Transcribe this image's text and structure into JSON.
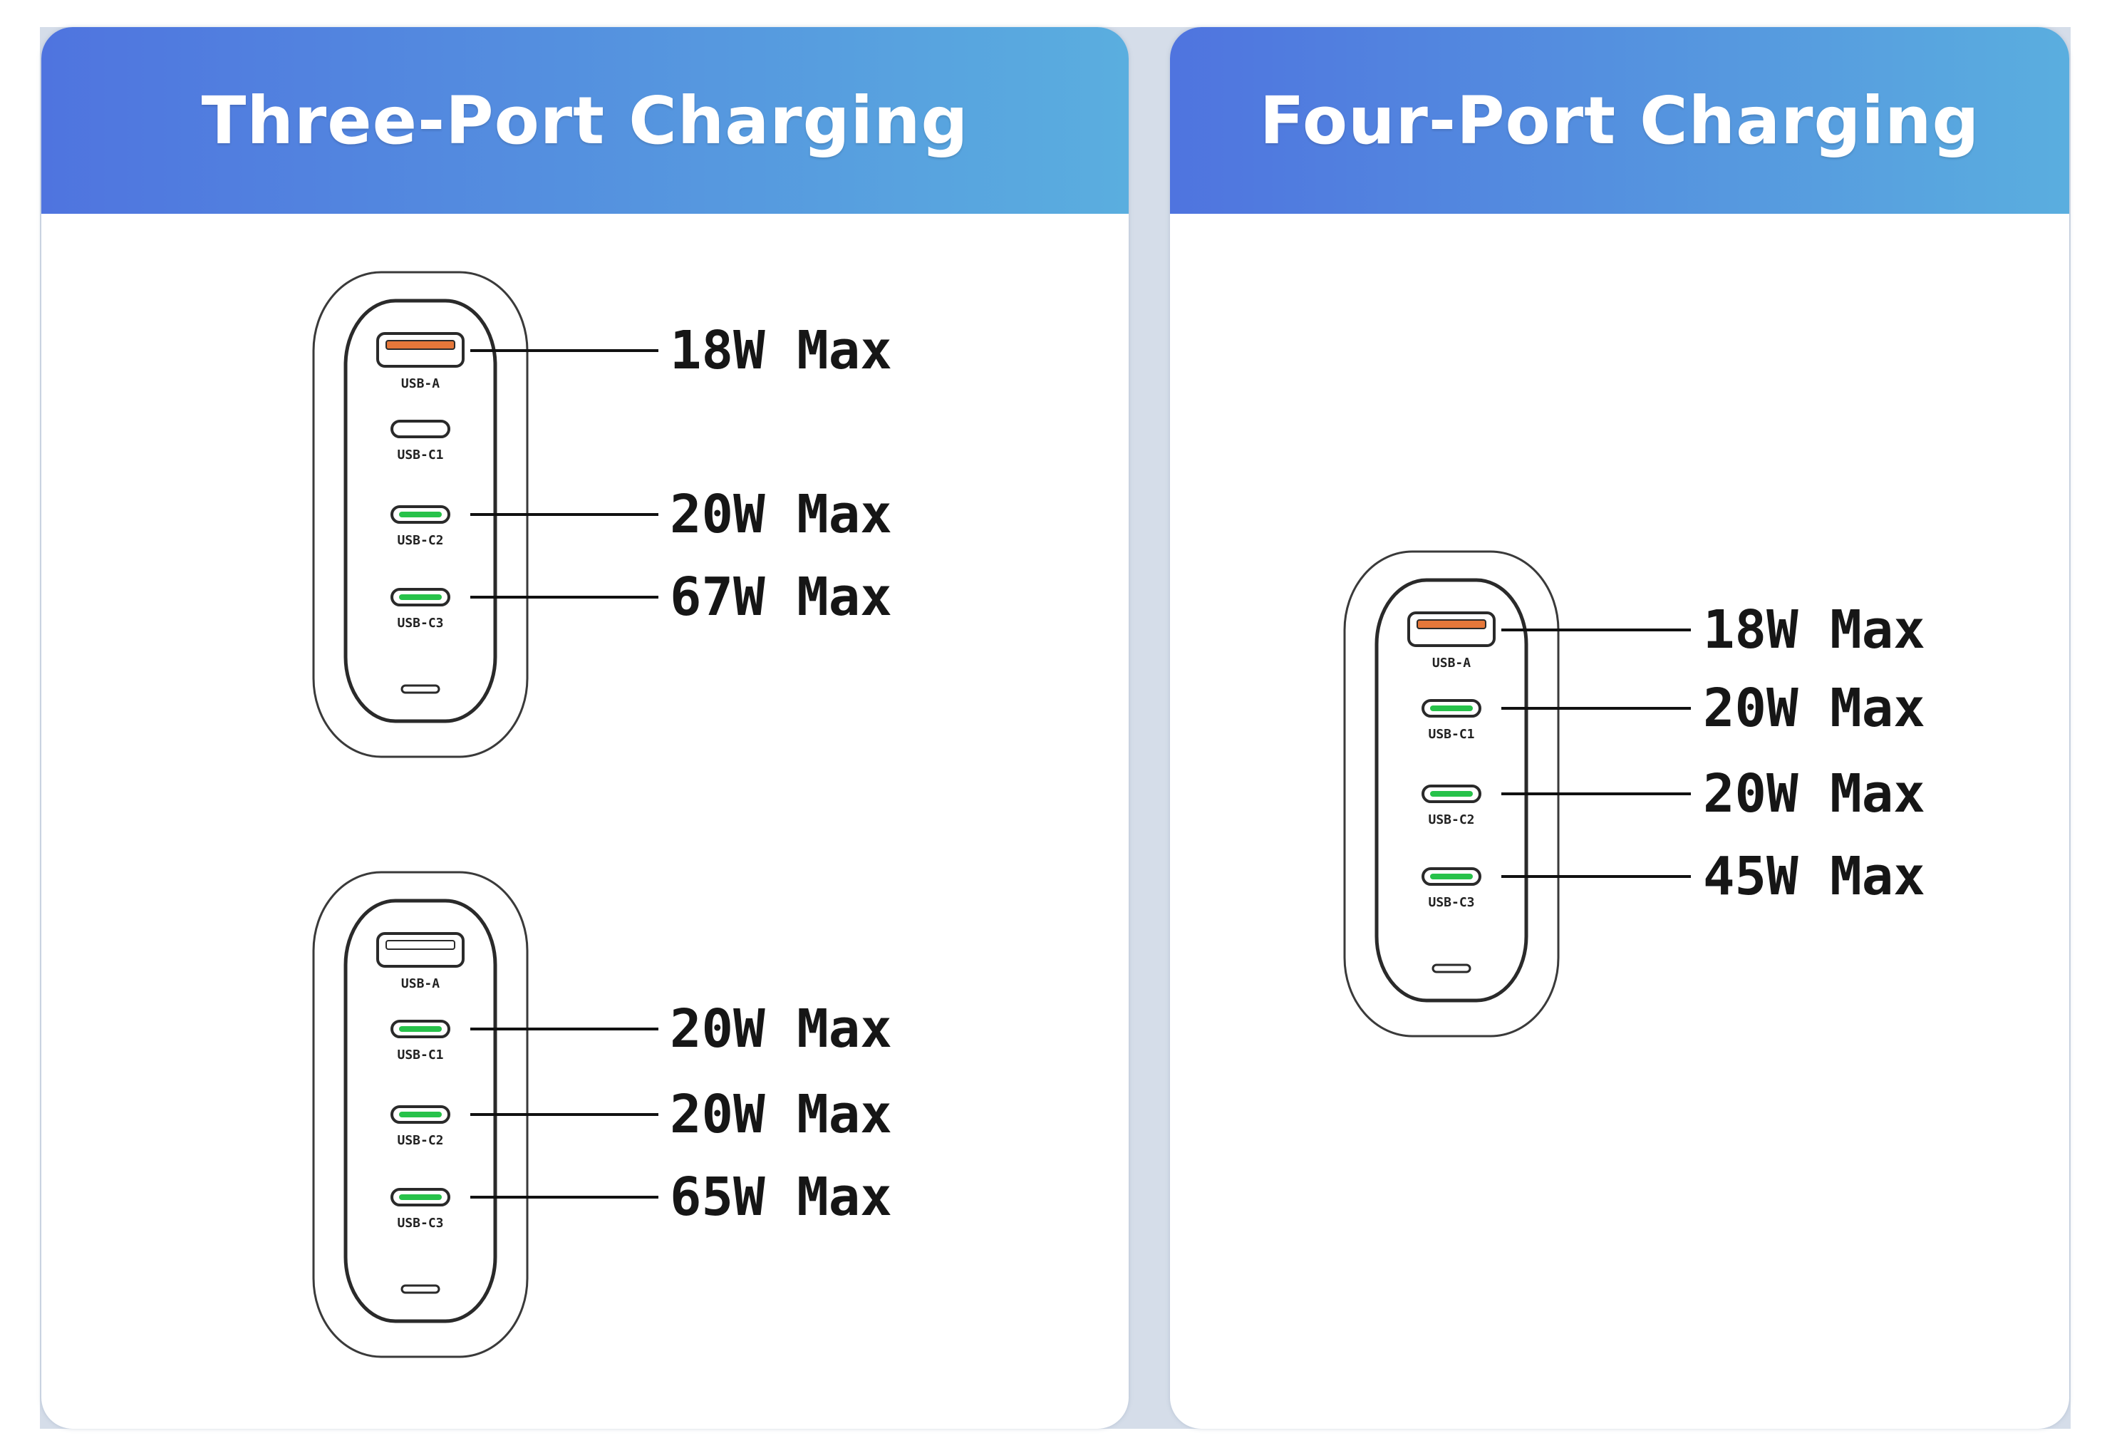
{
  "colors": {
    "header_gradient_start": "#4f74df",
    "header_gradient_end": "#5aaedf",
    "usb_a_active": "#e5773a",
    "usb_c_active": "#27c24a",
    "outline": "#2a2a2a"
  },
  "panels": [
    {
      "id": "three-port",
      "title": "Three-Port Charging",
      "chargers": [
        {
          "ports": [
            {
              "label": "USB-A",
              "type": "A",
              "active": true,
              "watt": "18W Max"
            },
            {
              "label": "USB-C1",
              "type": "C",
              "active": false,
              "watt": ""
            },
            {
              "label": "USB-C2",
              "type": "C",
              "active": true,
              "watt": "20W Max"
            },
            {
              "label": "USB-C3",
              "type": "C",
              "active": true,
              "watt": "67W Max"
            }
          ]
        },
        {
          "ports": [
            {
              "label": "USB-A",
              "type": "A",
              "active": false,
              "watt": ""
            },
            {
              "label": "USB-C1",
              "type": "C",
              "active": true,
              "watt": "20W Max"
            },
            {
              "label": "USB-C2",
              "type": "C",
              "active": true,
              "watt": "20W Max"
            },
            {
              "label": "USB-C3",
              "type": "C",
              "active": true,
              "watt": "65W Max"
            }
          ]
        }
      ]
    },
    {
      "id": "four-port",
      "title": "Four-Port Charging",
      "chargers": [
        {
          "ports": [
            {
              "label": "USB-A",
              "type": "A",
              "active": true,
              "watt": "18W Max"
            },
            {
              "label": "USB-C1",
              "type": "C",
              "active": true,
              "watt": "20W Max"
            },
            {
              "label": "USB-C2",
              "type": "C",
              "active": true,
              "watt": "20W Max"
            },
            {
              "label": "USB-C3",
              "type": "C",
              "active": true,
              "watt": "45W Max"
            }
          ]
        }
      ]
    }
  ]
}
